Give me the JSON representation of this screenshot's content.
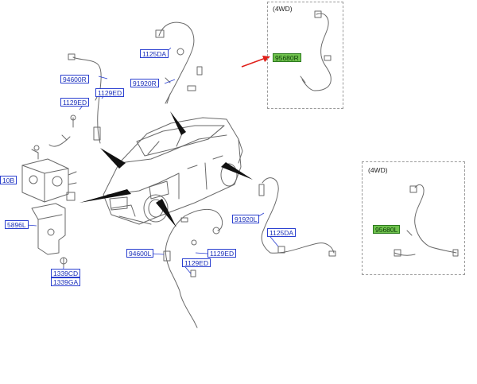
{
  "colors": {
    "label_border": "#2a3fd0",
    "label_text": "#1a2fb8",
    "highlight_fill": "#6fc24d",
    "arrow": "#e0201a",
    "drawing_stroke": "#6a6a6a"
  },
  "parts": {
    "p1125da_top": "1125DA",
    "p91920r": "91920R",
    "p94600r": "94600R",
    "p1129ed_a": "1129ED",
    "p1129ed_b": "1129ED",
    "p8910b": "10B",
    "p58960l": "5896L",
    "p1339cd": "1339CD",
    "p1339ga": "1339GA",
    "p95680r": "95680R",
    "p91920l": "91920L",
    "p1125da_mid": "1125DA",
    "p94600l": "94600L",
    "p1129ed_c": "1129ED",
    "p1129ed_d": "1129ED",
    "p95680l": "95680L"
  },
  "insets": {
    "right_rear": "(4WD)",
    "left_rear": "(4WD)"
  }
}
